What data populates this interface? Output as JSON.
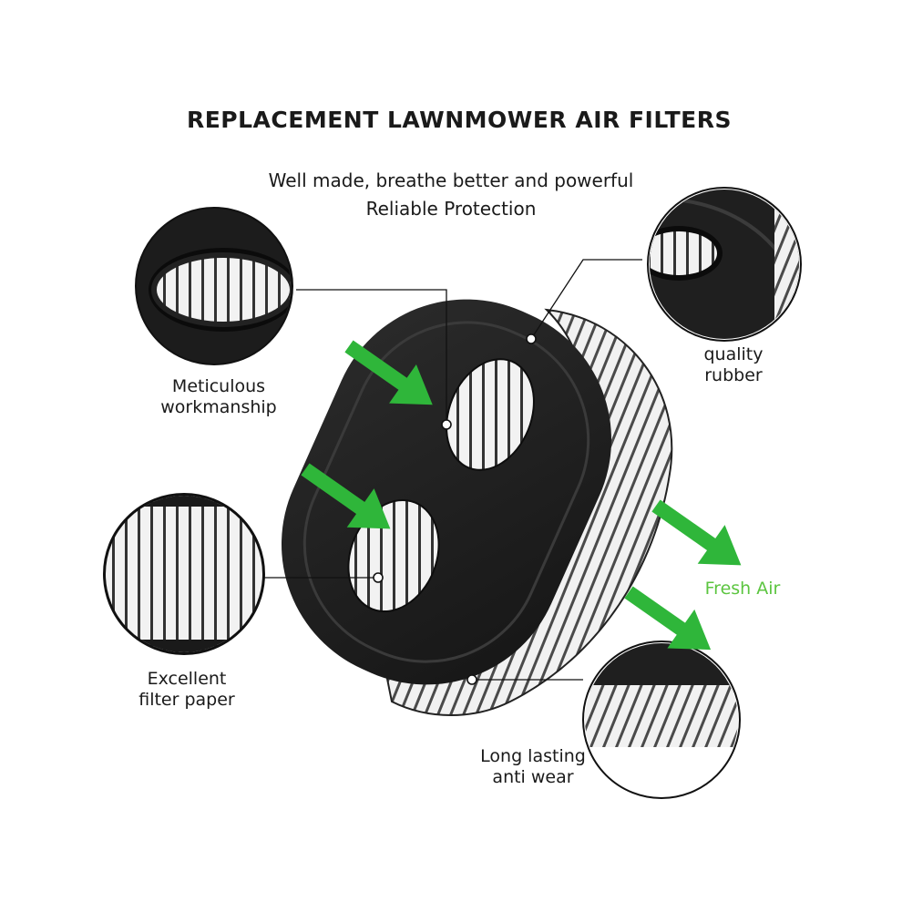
{
  "title": "REPLACEMENT LAWNMOWER AIR FILTERS",
  "subtitle_line1": "Well made, breathe better and powerful",
  "subtitle_line2": "Reliable Protection",
  "callouts": {
    "meticulous": "Meticulous\nworkmanship",
    "quality_rubber": "quality\nrubber",
    "filter_paper": "Excellent\nfilter paper",
    "long_lasting": "Long lasting\nanti wear"
  },
  "fresh_air": "Fresh Air",
  "colors": {
    "arrow_green": "#2fb63a",
    "fresh_air_text": "#5cc540",
    "rubber_frame": "#1f1f1f",
    "pleat_white": "#f4f4f4"
  }
}
